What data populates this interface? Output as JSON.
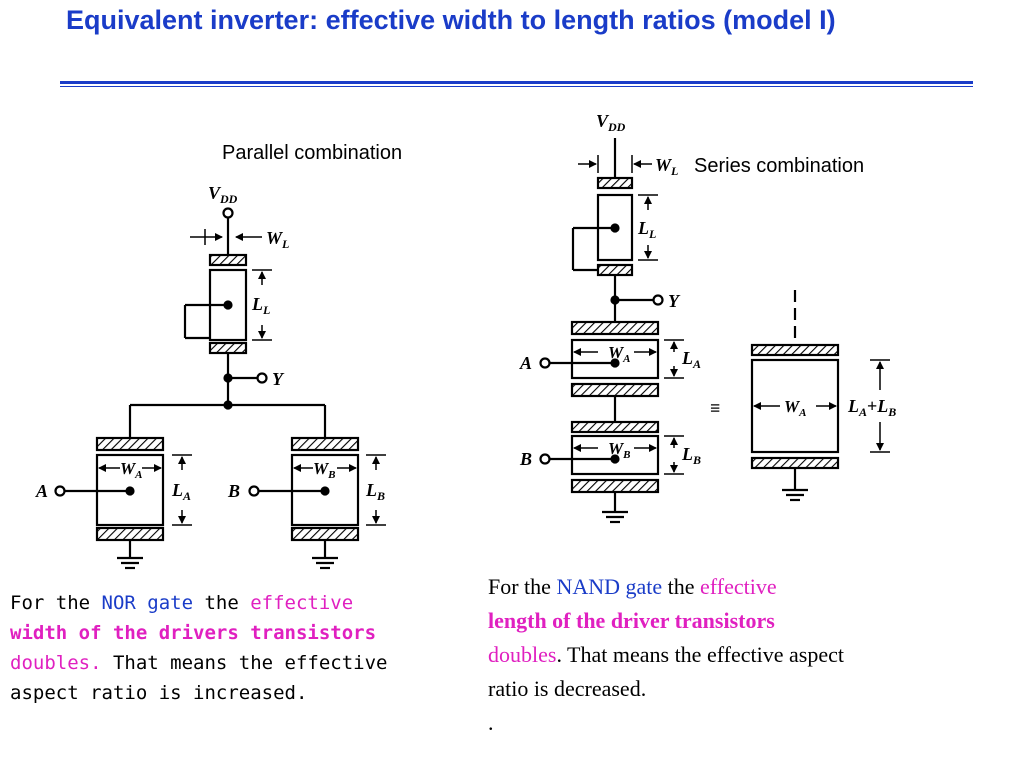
{
  "slide": {
    "title": "Equivalent inverter: effective width to length ratios (model I)",
    "colors": {
      "title": "#1a3cc8",
      "rule": "#1a3cc8",
      "nor_nand": "#1a3cc8",
      "highlight": "#e020c0"
    }
  },
  "left_diagram": {
    "heading": "Parallel combination",
    "vdd": "V",
    "vdd_sub": "DD",
    "wl": "W",
    "wl_sub": "L",
    "ll": "L",
    "ll_sub": "L",
    "output": "Y",
    "input_a": "A",
    "input_b": "B",
    "wa": "W",
    "wa_sub": "A",
    "la": "L",
    "la_sub": "A",
    "wb": "W",
    "wb_sub": "B",
    "lb": "L",
    "lb_sub": "B"
  },
  "right_diagram": {
    "heading": "Series combination",
    "vdd": "V",
    "vdd_sub": "DD",
    "wl": "W",
    "wl_sub": "L",
    "ll": "L",
    "ll_sub": "L",
    "output": "Y",
    "input_a": "A",
    "input_b": "B",
    "wa": "W",
    "wa_sub": "A",
    "la": "L",
    "la_sub": "A",
    "wb": "W",
    "wb_sub": "B",
    "lb": "L",
    "lb_sub": "B",
    "equiv": "≡",
    "eq_w": "W",
    "eq_w_sub": "A",
    "eq_l1": "L",
    "eq_l1_sub": "A",
    "eq_plus": "+",
    "eq_l2": "L",
    "eq_l2_sub": "B"
  },
  "nor_text": {
    "part1": "For the ",
    "gate": "NOR gate",
    "part2": " the ",
    "part3": "effective",
    "part4": "width of the drivers transistors",
    "part5": "doubles.",
    "part6": " That means the effective aspect ratio is increased."
  },
  "nand_text": {
    "part1": "For the ",
    "gate": "NAND gate",
    "part2": " the ",
    "part3": "effective",
    "part4": "length of the driver transistors",
    "part5": "doubles",
    "part6": ". That means the effective aspect ratio is decreased.",
    "trailing": "."
  }
}
